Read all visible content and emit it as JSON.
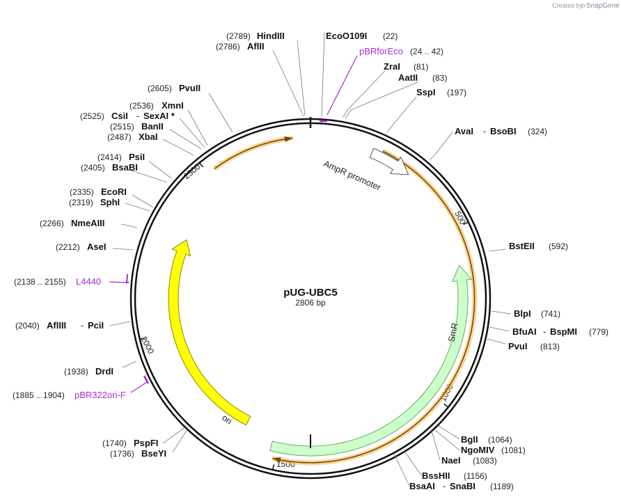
{
  "credit": {
    "created_by": "Created by",
    "brand": "SnapGene"
  },
  "plasmid": {
    "name": "pUG-UBC5",
    "length_label": "2806 bp",
    "length": 2806
  },
  "ticks": [
    "500",
    "1000",
    "1500",
    "2000",
    "2500"
  ],
  "features": [
    {
      "name": "AmpR promoter",
      "start": 0.0633,
      "end": 0.1064,
      "color": "#ffffff",
      "stroke": "#555555"
    },
    {
      "name": "SmR",
      "start": 0.215,
      "end": 0.5415,
      "color": "#ccffcc",
      "stroke": "#66aa66"
    },
    {
      "name": "ori",
      "start": 0.575,
      "end": 0.8205,
      "color": "#ffff00",
      "stroke": "#888800"
    }
  ],
  "orfs": [
    {
      "start": 0.0725,
      "end": 0.5373,
      "dir": "cw"
    },
    {
      "start": 0.8985,
      "end": 0.9825,
      "dir": "cw"
    }
  ],
  "sites": {
    "right": [
      {
        "name": "EcoO109I",
        "pos": "(22)"
      },
      {
        "name": "ZraI",
        "pos": "(81)"
      },
      {
        "name": "AatII",
        "pos": "(83)"
      },
      {
        "name": "SspI",
        "pos": "(197)"
      },
      {
        "name": "AvaI",
        "name2": "BsoBI",
        "pos": "(324)"
      },
      {
        "name": "BstEII",
        "pos": "(592)"
      },
      {
        "name": "BlpI",
        "pos": "(741)"
      },
      {
        "name": "BfuAI",
        "name2": "BspMI",
        "pos": "(779)"
      },
      {
        "name": "PvuI",
        "pos": "(813)"
      },
      {
        "name": "BglI",
        "pos": "(1064)"
      },
      {
        "name": "NgoMIV",
        "pos": "(1081)"
      },
      {
        "name": "NaeI",
        "pos": "(1083)"
      },
      {
        "name": "BssHII",
        "pos": "(1156)"
      },
      {
        "name": "BsaAI",
        "name2": "SnaBI",
        "pos": "(1189)"
      }
    ],
    "left": [
      {
        "name": "HindIII",
        "pos": "(2789)"
      },
      {
        "name": "AflII",
        "pos": "(2786)"
      },
      {
        "name": "PvuII",
        "pos": "(2605)"
      },
      {
        "name": "XmnI",
        "pos": "(2536)"
      },
      {
        "name": "CsiI",
        "name2": "SexAI *",
        "pos": "(2525)"
      },
      {
        "name": "BanII",
        "pos": "(2515)"
      },
      {
        "name": "XbaI",
        "pos": "(2487)"
      },
      {
        "name": "PsiI",
        "pos": "(2414)"
      },
      {
        "name": "BsaBI",
        "pos": "(2405)"
      },
      {
        "name": "EcoRI",
        "pos": "(2335)"
      },
      {
        "name": "SphI",
        "pos": "(2319)"
      },
      {
        "name": "NmeAIII",
        "pos": "(2266)"
      },
      {
        "name": "AseI",
        "pos": "(2212)"
      },
      {
        "name": "AflIII",
        "name2": "PciI",
        "pos": "(2040)"
      },
      {
        "name": "DrdI",
        "pos": "(1938)"
      },
      {
        "name": "PspFI",
        "pos": "(1740)"
      },
      {
        "name": "BseYI",
        "pos": "(1736)"
      }
    ]
  },
  "primers": [
    {
      "name": "pBRforEco",
      "range": "(24 .. 42)"
    },
    {
      "name": "L4440",
      "range": "(2138 .. 2155)"
    },
    {
      "name": "pBR322ori-F",
      "range": "(1885 .. 1904)"
    }
  ],
  "colors": {
    "primer": "#a52bd4",
    "orf": "#f5c062",
    "backbone": "#111111",
    "leader": "#777777"
  }
}
